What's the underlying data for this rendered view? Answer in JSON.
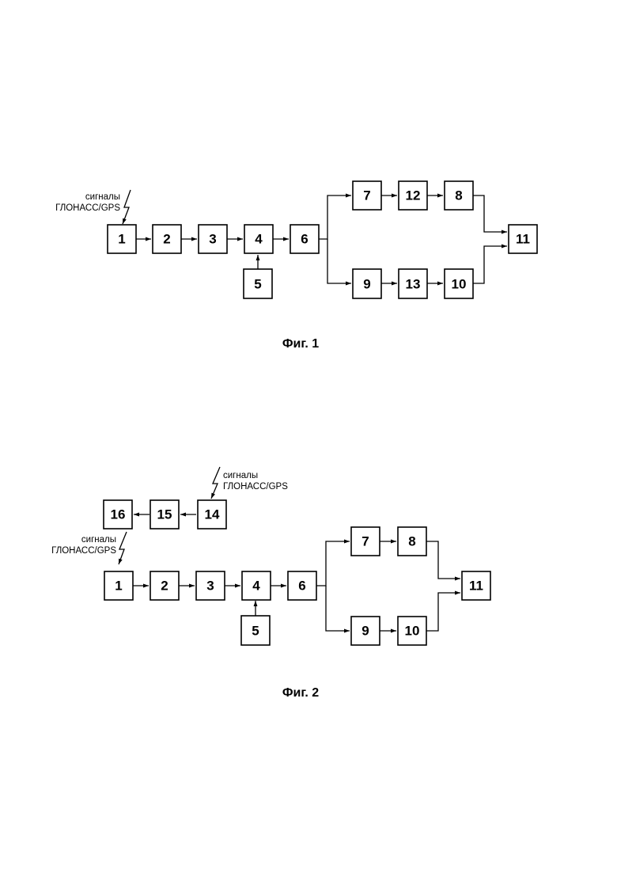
{
  "figures": [
    {
      "caption": "Фиг. 1",
      "signal": {
        "line1": "сигналы",
        "line2": "ГЛОНАСС/GPS"
      },
      "blocks": [
        "1",
        "2",
        "3",
        "4",
        "5",
        "6",
        "7",
        "12",
        "8",
        "9",
        "13",
        "10",
        "11"
      ]
    },
    {
      "caption": "Фиг. 2",
      "signal_top": {
        "line1": "сигналы",
        "line2": "ГЛОНАСС/GPS"
      },
      "signal_left": {
        "line1": "сигналы",
        "line2": "ГЛОНАСС/GPS"
      },
      "blocks": [
        "16",
        "15",
        "14",
        "1",
        "2",
        "3",
        "4",
        "5",
        "6",
        "7",
        "8",
        "9",
        "10",
        "11"
      ]
    }
  ],
  "colors": {
    "ink": "#000000",
    "paper": "#ffffff"
  }
}
